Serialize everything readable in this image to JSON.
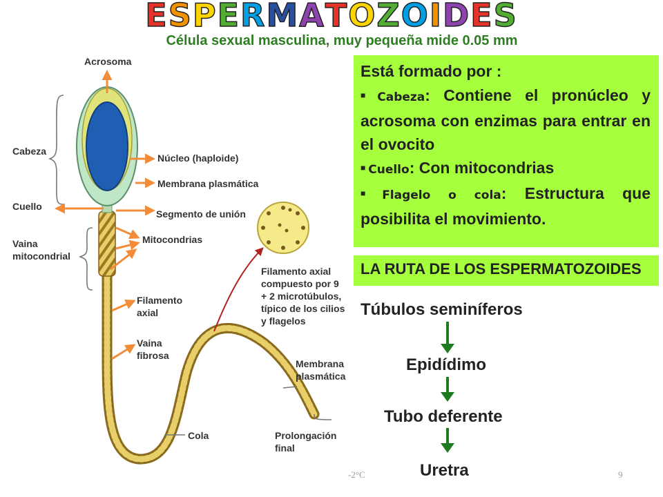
{
  "title": "ESPERMATOZOIDES",
  "title_colors": [
    "#e6332a",
    "#f39200",
    "#ffd500",
    "#52ae32",
    "#009fe3",
    "#2a4fa0",
    "#8e44ad",
    "#e6332a",
    "#ffd500",
    "#52ae32",
    "#009fe3",
    "#f39200",
    "#8e44ad",
    "#e6332a",
    "#52ae32"
  ],
  "subtitle": "Célula sexual masculina, muy pequeña mide 0.05 mm",
  "diagram": {
    "labels": {
      "acrosoma": "Acrosoma",
      "cabeza": "Cabeza",
      "cuello": "Cuello",
      "vaina_1": "Vaina",
      "vaina_2": "mitocondrial",
      "nucleo": "Núcleo (haploide)",
      "membrana": "Membrana plasmática",
      "segmento": "Segmento de unión",
      "mitocondrias": "Mitocondrias",
      "fil_1": "Filamento",
      "fil_2": "axial",
      "vfib_1": "Vaina",
      "vfib_2": "fibrosa",
      "axial_1": "Filamento axial",
      "axial_2": "compuesto por 9",
      "axial_3": "+ 2 microtúbulos,",
      "axial_4": "típico de los cilios",
      "axial_5": "y flagelos",
      "memb2_1": "Membrana",
      "memb2_2": "plasmática",
      "cola": "Cola",
      "prolong_1": "Prolongación",
      "prolong_2": "final"
    }
  },
  "composition": {
    "intro": "Está  formado por :",
    "items": [
      {
        "term": "Cabeza",
        "desc": ": Contiene el pronúcleo y acrosoma con enzimas para entrar en el ovocito"
      },
      {
        "term": "Cuello",
        "desc": ": Con mitocondrias"
      },
      {
        "term": "Flagelo o cola",
        "desc": ": Estructura que posibilita el movimiento."
      }
    ],
    "bullet": "■"
  },
  "route": {
    "heading": "LA RUTA DE LOS ESPERMATOZOIDES",
    "steps": [
      "Túbulos seminíferos",
      "Epidídimo",
      "Tubo deferente",
      "Uretra"
    ]
  },
  "footer": {
    "left": "-2°C",
    "page": "9"
  },
  "colors": {
    "box": "#a6ff3c",
    "subtitle": "#2e7d22",
    "arrow": "#1e7a1e",
    "pointer": "#f28c38",
    "callout": "#b22222"
  }
}
